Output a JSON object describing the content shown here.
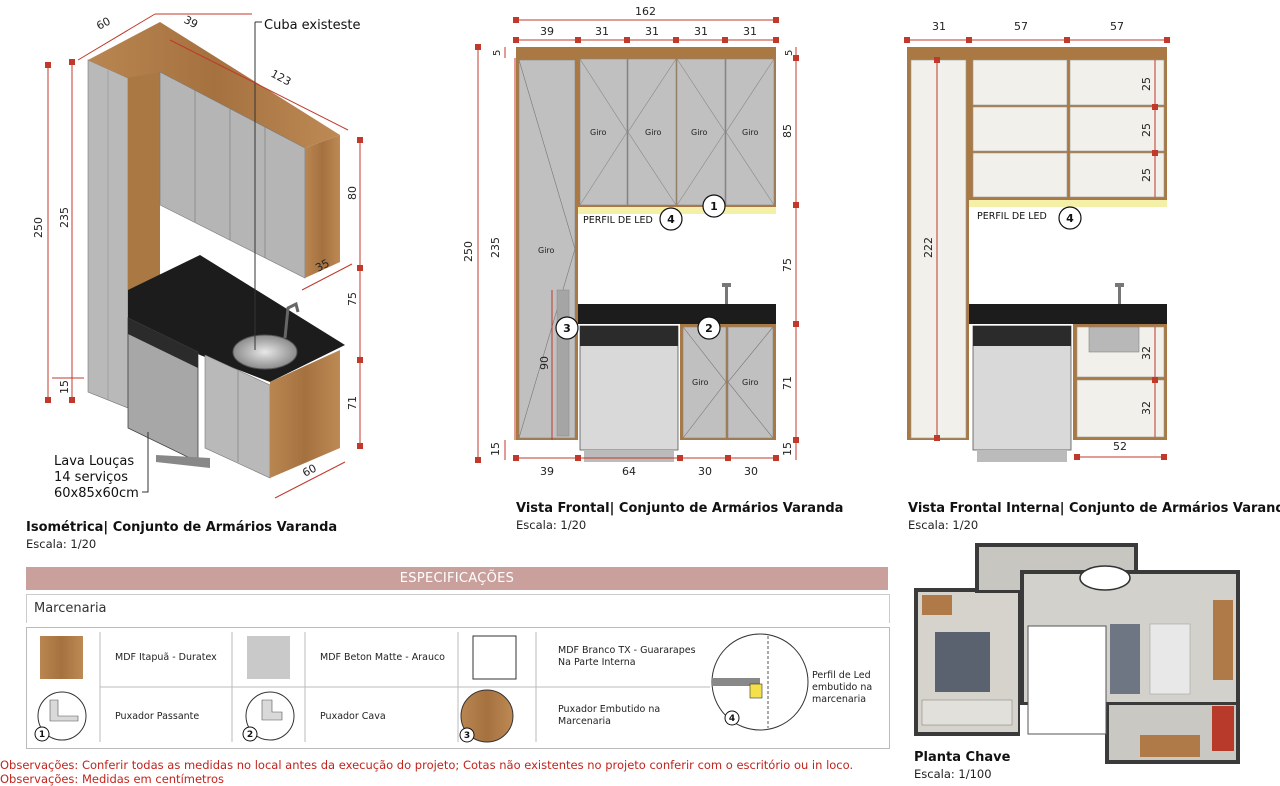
{
  "iso": {
    "title": "Isométrica| Conjunto de Armários Varanda",
    "scale": "Escala: 1/20",
    "sink_label": "Cuba existeste",
    "dish_l1": "Lava Louças",
    "dish_l2": "14 serviços",
    "dish_l3": "60x85x60cm",
    "d_60_top": "60",
    "d_39": "39",
    "d_123": "123",
    "d_250": "250",
    "d_235": "235",
    "d_15": "15",
    "d_80": "80",
    "d_35": "35",
    "d_75": "75",
    "d_71": "71",
    "d_60_bottom": "60"
  },
  "front": {
    "title": "Vista Frontal| Conjunto de Armários Varanda",
    "scale": "Escala: 1/20",
    "top_total": "162",
    "top_39": "39",
    "top_31a": "31",
    "top_31b": "31",
    "top_31c": "31",
    "top_31d": "31",
    "left_5": "5",
    "right_5": "5",
    "d_250": "250",
    "d_235": "235",
    "d_15": "15",
    "d_85": "85",
    "d_75": "75",
    "d_71": "71",
    "d_15r": "15",
    "d_90": "90",
    "bot_39": "39",
    "bot_64": "64",
    "bot_30a": "30",
    "bot_30b": "30",
    "giro": "Giro",
    "led": "PERFIL DE LED",
    "m1": "1",
    "m2": "2",
    "m3": "3",
    "m4": "4"
  },
  "inner": {
    "title": "Vista Frontal Interna| Conjunto de Armários Varanda",
    "scale": "Escala: 1/20",
    "top_31": "31",
    "top_57a": "57",
    "top_57b": "57",
    "d_222": "222",
    "d_25a": "25",
    "d_25b": "25",
    "d_25c": "25",
    "d_32a": "32",
    "d_32b": "32",
    "bot_52": "52",
    "led": "PERFIL DE LED",
    "m4": "4"
  },
  "plan": {
    "title": "Planta Chave",
    "scale": "Escala: 1/100"
  },
  "spec": {
    "header": "ESPECIFICAÇÕES",
    "section": "Marcenaria",
    "mat1": "MDF Itapuã - Duratex",
    "mat2": "MDF Beton Matte - Arauco",
    "mat3_l1": "MDF Branco TX - Guararapes",
    "mat3_l2": "Na Parte Interna",
    "pux1": "Puxador Passante",
    "pux2": "Puxador Cava",
    "pux3_l1": "Puxador Embutido na",
    "pux3_l2": "Marcenaria",
    "led_l1": "Perfil de Led",
    "led_l2": "embutido na",
    "led_l3": "marcenaria",
    "n1": "1",
    "n2": "2",
    "n3": "3",
    "n4": "4"
  },
  "obs": {
    "line1": "Observações: Conferir todas as medidas no local antes da execução do projeto; Cotas não existentes no projeto conferir com o escritório ou in loco.",
    "line2": "Observações: Medidas em centímetros"
  },
  "colors": {
    "wood": "#b07a48",
    "gray": "#b9b9b9",
    "counter": "#1c1c1c",
    "dim": "#c0392b",
    "spec_bar": "#c9a09b",
    "led": "#f4f0a8"
  }
}
